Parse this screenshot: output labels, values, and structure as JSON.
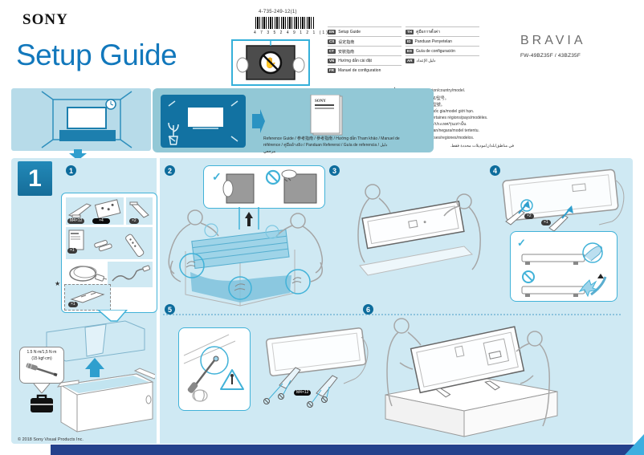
{
  "header": {
    "logo": "SONY",
    "title": "Setup Guide",
    "doc_number": "4-735-249-12(1)",
    "barcode_digits": "4 7 3 5 2 4 9 1 2 1  (1)"
  },
  "languages": {
    "left": [
      {
        "code": "EN",
        "label": "Setup Guide"
      },
      {
        "code": "CS",
        "label": "设定指南"
      },
      {
        "code": "CT",
        "label": "安裝指南"
      },
      {
        "code": "VN",
        "label": "Hướng dẫn cài đặt"
      },
      {
        "code": "FR",
        "label": "Manuel de configuration"
      }
    ],
    "right": [
      {
        "code": "TH",
        "label": "คู่มือการตั้งค่า"
      },
      {
        "code": "ID",
        "label": "Panduan Penyetelan"
      },
      {
        "code": "ES",
        "label": "Guía de configuración"
      },
      {
        "code": "AR",
        "label": "دليل الإعداد"
      }
    ]
  },
  "brand": {
    "name": "BRAVIA",
    "models": "FW-49BZ35F / 43BZ35F"
  },
  "region_note": {
    "star": "★",
    "lines": [
      "Only on limited region/country/model.",
      "仅限可用的区域/国家/型号。",
      "僅限受限區域/國家/型號。",
      "Chỉ có ở khu vực/quốc gia/model giới hạn.",
      "Uniquement pour certaines régions/pays/modèles.",
      "เฉพาะในบางภูมิภาค/ประเทศ/รุ่นเท่านั้น",
      "Hanya untuk kawasan/negara/model tertentu.",
      "Solo en algunos países/regiones/modelos.",
      "في مناطق/بلدان/موديلات محددة فقط."
    ]
  },
  "reference": {
    "caption": "Reference Guide / 参考指南 / 參考指南 / Hướng dẫn Tham khảo / Manuel de référence / คู่มืออ้างอิง / Panduan Referensi / Guía de referencia / دليل مرجعي",
    "booklet_label": "SONY"
  },
  "section_number": "1",
  "steps": [
    "1",
    "2",
    "3",
    "4",
    "5",
    "6"
  ],
  "accessory_badges": {
    "screws": "M4×12",
    "screws_qty": "×4",
    "stand_qty": "×2",
    "docs_qty": "×1",
    "blade_qty": "×1"
  },
  "step4_badges": {
    "b1": "×2",
    "b2": "×1"
  },
  "screw_badge": "M4×12",
  "torque": {
    "line1": "1.5 N·m/1,5 N·m",
    "line2": "(15 kgf·cm)"
  },
  "footer": {
    "copyright": "© 2018 Sony Visual Products Inc."
  }
}
